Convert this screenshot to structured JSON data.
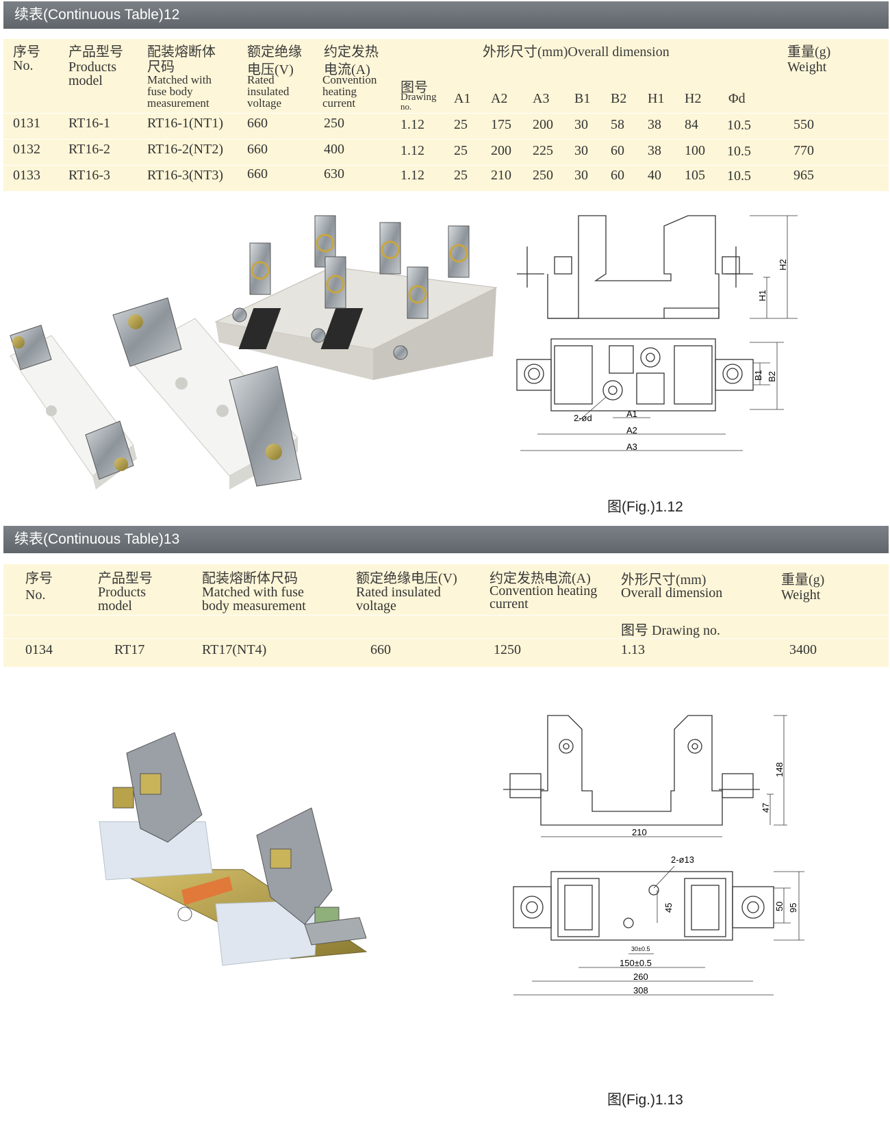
{
  "section12": {
    "title": "续表(Continuous Table)12",
    "headers": {
      "no_zh": "序号",
      "no_en": "No.",
      "model_zh": "产品型号",
      "model_en1": "Products",
      "model_en2": "model",
      "fuse_zh1": "配装熔断体",
      "fuse_zh2": "尺码",
      "fuse_en1": "Matched with",
      "fuse_en2": "fuse body",
      "fuse_en3": "measurement",
      "volt_zh1": "额定绝缘",
      "volt_zh2": "电压(V)",
      "volt_en1": "Rated",
      "volt_en2": "insulated",
      "volt_en3": "voltage",
      "curr_zh1": "约定发热",
      "curr_zh2": "电流(A)",
      "curr_en1": "Convention",
      "curr_en2": "heating",
      "curr_en3": "current",
      "dim_zh": "外形尺寸(mm)Overall dimension",
      "drawing_zh": "图号",
      "drawing_en1": "Drawing",
      "drawing_en2": "no.",
      "A1": "A1",
      "A2": "A2",
      "A3": "A3",
      "B1": "B1",
      "B2": "B2",
      "H1": "H1",
      "H2": "H2",
      "d": "Φd",
      "weight_zh": "重量(g)",
      "weight_en": "Weight"
    },
    "rows": [
      {
        "no": "0131",
        "model": "RT16-1",
        "fuse": "RT16-1(NT1)",
        "volt": "660",
        "curr": "250",
        "drawing": "1.12",
        "A1": "25",
        "A2": "175",
        "A3": "200",
        "B1": "30",
        "B2": "58",
        "H1": "38",
        "H2": "84",
        "d": "10.5",
        "weight": "550"
      },
      {
        "no": "0132",
        "model": "RT16-2",
        "fuse": "RT16-2(NT2)",
        "volt": "660",
        "curr": "400",
        "drawing": "1.12",
        "A1": "25",
        "A2": "200",
        "A3": "225",
        "B1": "30",
        "B2": "60",
        "H1": "38",
        "H2": "100",
        "d": "10.5",
        "weight": "770"
      },
      {
        "no": "0133",
        "model": "RT16-3",
        "fuse": "RT16-3(NT3)",
        "volt": "660",
        "curr": "630",
        "drawing": "1.12",
        "A1": "25",
        "A2": "210",
        "A3": "250",
        "B1": "30",
        "B2": "60",
        "H1": "40",
        "H2": "105",
        "d": "10.5",
        "weight": "965"
      }
    ],
    "figure": {
      "caption": "图(Fig.)1.12",
      "labels": {
        "H2": "H2",
        "H1": "H1",
        "B1": "B1",
        "B2": "B2",
        "hole": "2-ød",
        "A1": "A1",
        "A2": "A2",
        "A3": "A3"
      }
    }
  },
  "section13": {
    "title": "续表(Continuous Table)13",
    "headers": {
      "no_zh": "序号",
      "no_en": "No.",
      "model_zh": "产品型号",
      "model_en1": "Products",
      "model_en2": "model",
      "fuse_zh": "配装熔断体尺码",
      "fuse_en1": "Matched with fuse",
      "fuse_en2": "body measurement",
      "volt_zh": "额定绝缘电压(V)",
      "volt_en1": "Rated insulated",
      "volt_en2": "voltage",
      "curr_zh": "约定发热电流(A)",
      "curr_en1": "Convention heating",
      "curr_en2": "current",
      "dim_zh": "外形尺寸(mm)",
      "dim_en": "Overall dimension",
      "drawing": "图号 Drawing no.",
      "weight_zh": "重量(g)",
      "weight_en": "Weight"
    },
    "rows": [
      {
        "no": "0134",
        "model": "RT17",
        "fuse": "RT17(NT4)",
        "volt": "660",
        "curr": "1250",
        "drawing": "1.13",
        "weight": "3400"
      }
    ],
    "figure": {
      "caption": "图(Fig.)1.13",
      "labels": {
        "h148": "148",
        "h47": "47",
        "w210": "210",
        "hole": "2-ø13",
        "v45": "45",
        "v50": "50",
        "v95": "95",
        "t30": "30±0.5",
        "t150": "150±0.5",
        "t260": "260",
        "t308": "308"
      }
    }
  },
  "colors": {
    "header_bar": "#6b7176",
    "table_bg": "#fdf6d8",
    "porcelain": "#f2f2f0",
    "metal": "#9aa0a6",
    "brass": "#b8a24a"
  }
}
